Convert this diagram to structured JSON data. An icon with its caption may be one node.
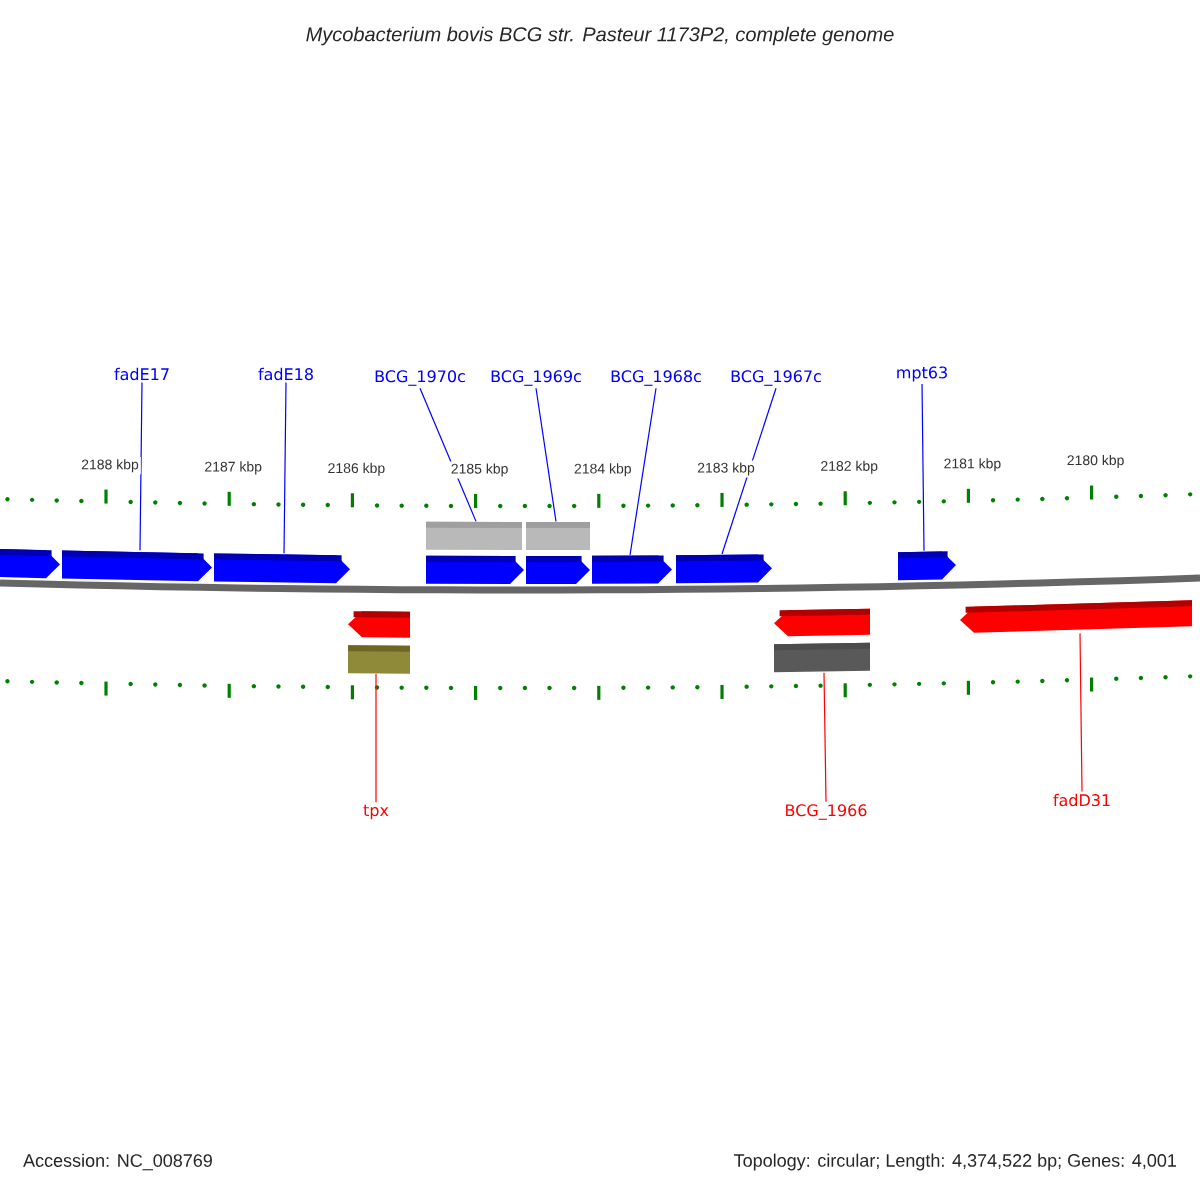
{
  "diagram": {
    "title": "Mycobacterium bovis BCG str. Pasteur 1173P2, complete genome",
    "nodes": [
      {
        "text": [
          "fadE17"
        ]
      },
      {
        "text": [
          "fadE18"
        ]
      },
      {
        "text": [
          "BCG_1970c"
        ]
      },
      {
        "text": [
          "BCG_1969c"
        ]
      },
      {
        "text": [
          "BCG_1968c"
        ]
      },
      {
        "text": [
          "BCG_1967c"
        ]
      },
      {
        "text": [
          "mpt63"
        ]
      },
      {
        "text": [
          "tpx"
        ]
      },
      {
        "text": [
          "BCG_1966"
        ]
      },
      {
        "text": [
          "fadD31"
        ]
      },
      {
        "text": [],
        "shape": "bar"
      },
      {
        "text": [],
        "shape": "bar"
      },
      {
        "text": [],
        "shape": "pentagon"
      },
      {
        "text": [],
        "shape": "pentagon"
      },
      {
        "text": [],
        "shape": "pentagon"
      },
      {
        "text": [],
        "shape": "pentagon"
      },
      {
        "text": [],
        "shape": "pentagon"
      },
      {
        "text": [],
        "shape": "pentagon"
      },
      {
        "text": [],
        "shape": "pentagon"
      },
      {
        "text": [],
        "shape": "pentagon"
      },
      {
        "text": [],
        "shape": "pentagon"
      },
      {
        "text": [],
        "shape": "pentagon"
      },
      {
        "text": [],
        "shape": "pentagon"
      },
      {
        "text": [],
        "shape": "bar"
      },
      {
        "text": [],
        "shape": "bar"
      }
    ],
    "edges": [
      {
        "from": 0,
        "to": 13,
        "arrow": "none"
      },
      {
        "from": 1,
        "to": 14,
        "arrow": "none"
      },
      {
        "from": 2,
        "to": 10,
        "arrow": "none"
      },
      {
        "from": 3,
        "to": 11,
        "arrow": "none"
      },
      {
        "from": 4,
        "to": 17,
        "arrow": "none"
      },
      {
        "from": 5,
        "to": 18,
        "arrow": "none"
      },
      {
        "from": 6,
        "to": 19,
        "arrow": "none"
      },
      {
        "from": 7,
        "to": 23,
        "arrow": "none",
        "color": "#ff0000"
      },
      {
        "from": 8,
        "to": 24,
        "arrow": "none",
        "color": "#ff0000"
      },
      {
        "from": 9,
        "to": 22,
        "arrow": "none",
        "color": "#ff0000"
      }
    ],
    "labels": [
      "2188 kbp",
      "2187 kbp",
      "2186 kbp",
      "2185 kbp",
      "2184 kbp",
      "2183 kbp",
      "2182 kbp",
      "2181 kbp",
      "2180 kbp",
      "Accession: NC_008769",
      "Topology: circular; Length: 4,374,522 bp; Genes: 4,001"
    ]
  }
}
